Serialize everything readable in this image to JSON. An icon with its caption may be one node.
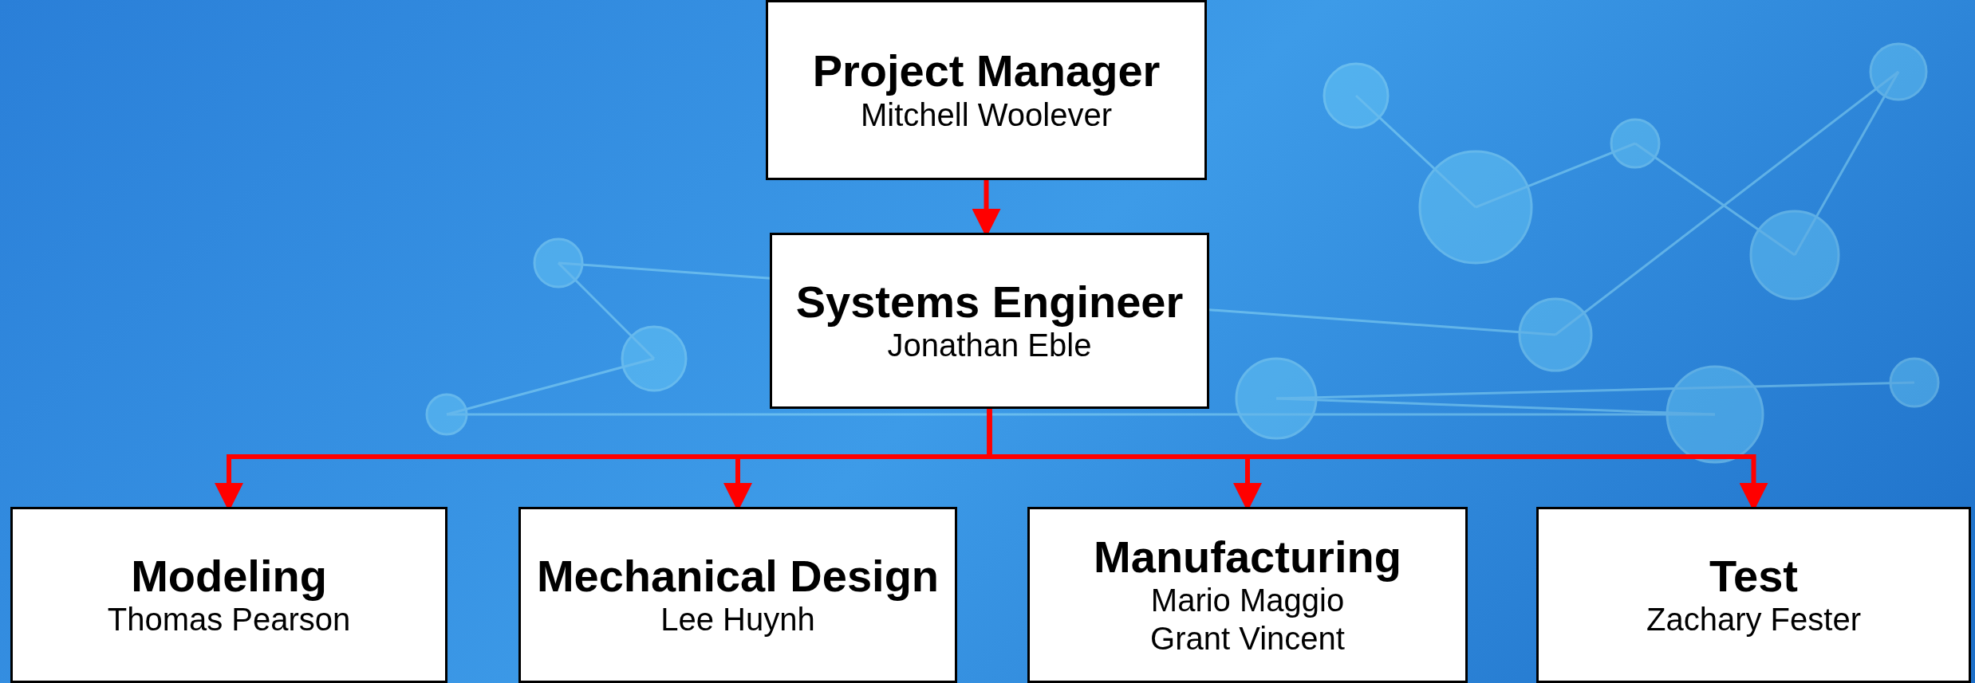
{
  "diagram": {
    "nodes": [
      {
        "text": [
          "Project Manager",
          "Mitchell Woolever"
        ]
      },
      {
        "text": [
          "Systems Engineer",
          "Jonathan Eble"
        ]
      },
      {
        "text": [
          "Modeling",
          "Thomas Pearson"
        ]
      },
      {
        "text": [
          "Mechanical Design",
          "Lee Huynh"
        ]
      },
      {
        "text": [
          "Manufacturing",
          "Mario Maggio",
          "Grant Vincent"
        ]
      },
      {
        "text": [
          "Test",
          "Zachary Fester"
        ]
      }
    ],
    "edges": [
      {
        "from": 0,
        "to": 1,
        "arrow": "to"
      },
      {
        "from": 1,
        "to": 2,
        "arrow": "to"
      },
      {
        "from": 1,
        "to": 3,
        "arrow": "to"
      },
      {
        "from": 1,
        "to": 4,
        "arrow": "to"
      },
      {
        "from": 1,
        "to": 5,
        "arrow": "to"
      }
    ]
  }
}
